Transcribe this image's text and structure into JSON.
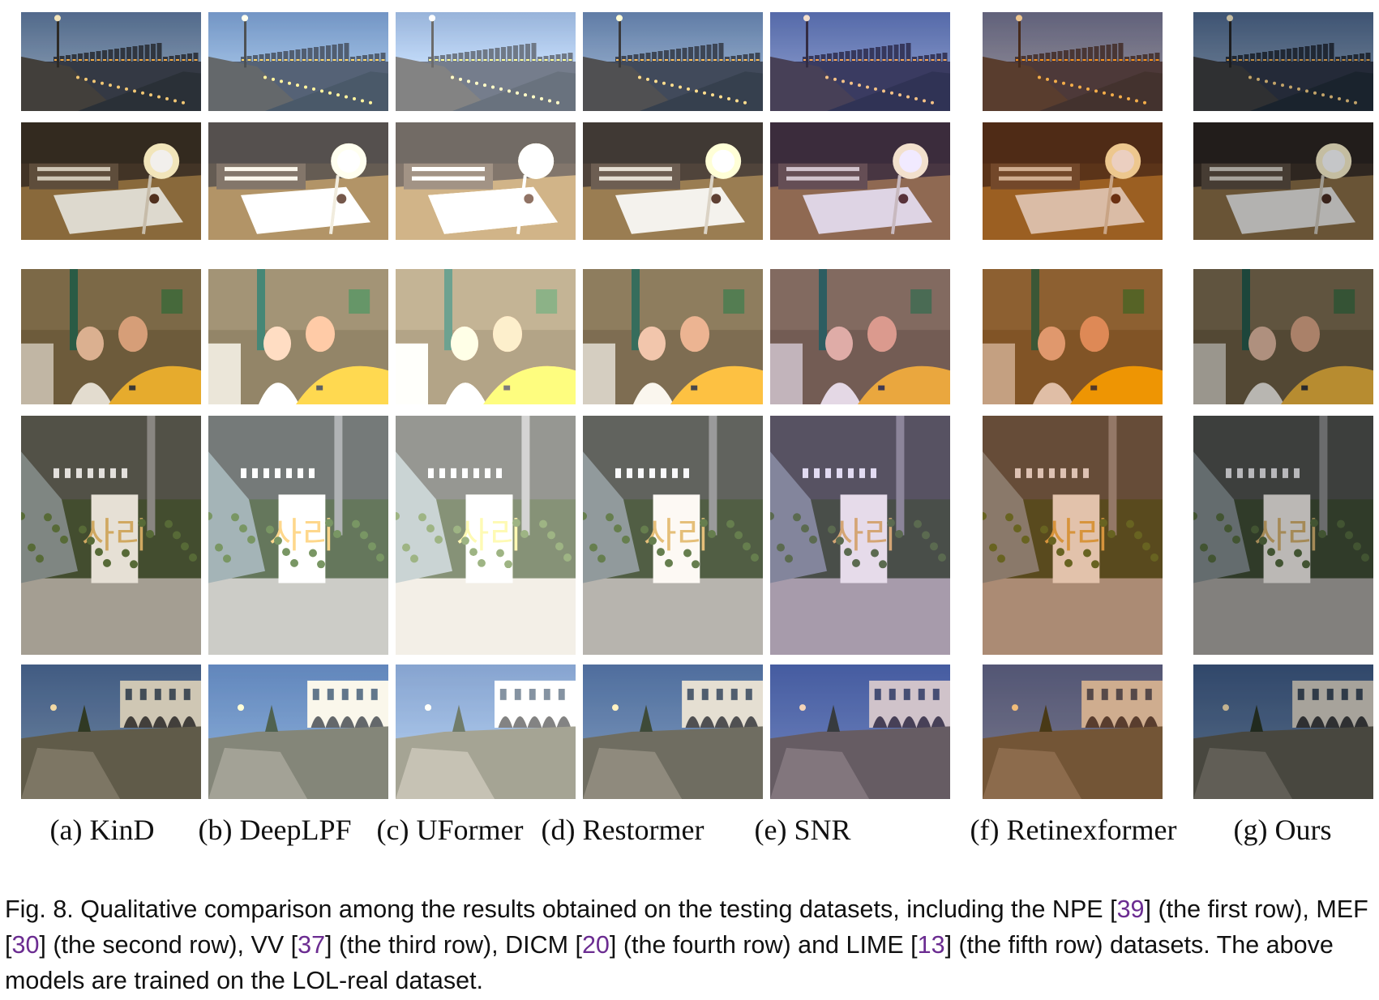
{
  "columns": [
    {
      "label": "(a) KinD",
      "variant": "kind"
    },
    {
      "label": "(b) DeepLPF",
      "variant": "deeplpf"
    },
    {
      "label": "(c) UFormer",
      "variant": "uformer"
    },
    {
      "label": "(d) Restormer",
      "variant": "restormer"
    },
    {
      "label": "(e) SNR",
      "variant": "snr"
    },
    {
      "label": "(f) Retinexformer",
      "variant": "retinexformer"
    },
    {
      "label": "(g) Ours",
      "variant": "ours"
    }
  ],
  "rows": [
    {
      "dataset": "NPE",
      "scene": "harbor-night-skyline"
    },
    {
      "dataset": "MEF",
      "scene": "desk-lamp-books"
    },
    {
      "dataset": "VV",
      "scene": "couple-portrait"
    },
    {
      "dataset": "DICM",
      "scene": "paper-bag-garden"
    },
    {
      "dataset": "LIME",
      "scene": "cliff-building-dusk"
    }
  ],
  "caption": {
    "t1": "Fig. 8.  Qualitative comparison among the results obtained on the testing datasets, including the NPE [",
    "r1": "39",
    "t2": "] (the first row), MEF [",
    "r2": "30",
    "t3": "] (the second row), VV [",
    "r3": "37",
    "t4": "] (the third row), DICM [",
    "r4": "20",
    "t5": "] (the fourth row) and LIME [",
    "r5": "13",
    "t6": "] (the fifth row) datasets. The above models are trained on the LOL-real dataset."
  },
  "colors": {
    "ref_link": "#6b2c91"
  }
}
